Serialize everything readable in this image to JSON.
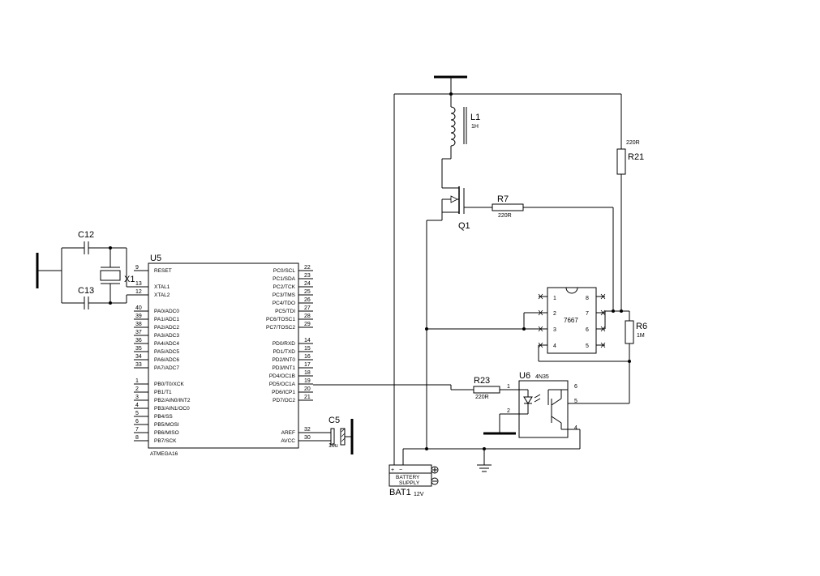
{
  "u5": {
    "ref": "U5",
    "part": "ATMEGA16",
    "left_pins": [
      {
        "num": "9",
        "name": "RESET"
      },
      {
        "num": "13",
        "name": "XTAL1"
      },
      {
        "num": "12",
        "name": "XTAL2"
      },
      {
        "num": "40",
        "name": "PA0/ADC0"
      },
      {
        "num": "39",
        "name": "PA1/ADC1"
      },
      {
        "num": "38",
        "name": "PA2/ADC2"
      },
      {
        "num": "37",
        "name": "PA3/ADC3"
      },
      {
        "num": "36",
        "name": "PA4/ADC4"
      },
      {
        "num": "35",
        "name": "PA5/ADC5"
      },
      {
        "num": "34",
        "name": "PA6/ADC6"
      },
      {
        "num": "33",
        "name": "PA7/ADC7"
      },
      {
        "num": "1",
        "name": "PB0/T0/XCK"
      },
      {
        "num": "2",
        "name": "PB1/T1"
      },
      {
        "num": "3",
        "name": "PB2/AIN0/INT2"
      },
      {
        "num": "4",
        "name": "PB3/AIN1/OC0"
      },
      {
        "num": "5",
        "name": "PB4/SS"
      },
      {
        "num": "6",
        "name": "PB5/MOSI"
      },
      {
        "num": "7",
        "name": "PB6/MISO"
      },
      {
        "num": "8",
        "name": "PB7/SCK"
      }
    ],
    "right_pins": [
      {
        "num": "22",
        "name": "PC0/SCL"
      },
      {
        "num": "23",
        "name": "PC1/SDA"
      },
      {
        "num": "24",
        "name": "PC2/TCK"
      },
      {
        "num": "25",
        "name": "PC3/TMS"
      },
      {
        "num": "26",
        "name": "PC4/TDO"
      },
      {
        "num": "27",
        "name": "PC5/TDI"
      },
      {
        "num": "28",
        "name": "PC6/TOSC1"
      },
      {
        "num": "29",
        "name": "PC7/TOSC2"
      },
      {
        "num": "14",
        "name": "PD0/RXD"
      },
      {
        "num": "15",
        "name": "PD1/TXD"
      },
      {
        "num": "16",
        "name": "PD2/INT0"
      },
      {
        "num": "17",
        "name": "PD3/INT1"
      },
      {
        "num": "18",
        "name": "PD4/OC1B"
      },
      {
        "num": "19",
        "name": "PD5/OC1A"
      },
      {
        "num": "20",
        "name": "PD6/ICP1"
      },
      {
        "num": "21",
        "name": "PD7/OC2"
      },
      {
        "num": "32",
        "name": "AREF"
      },
      {
        "num": "30",
        "name": "AVCC"
      }
    ]
  },
  "components": {
    "c12": "C12",
    "c13": "C13",
    "x1": "X1",
    "c5": "C5",
    "c5_value": "10u",
    "l1": "L1",
    "l1_value": "1H",
    "q1": "Q1",
    "r7": "R7",
    "r7_value": "220R",
    "r21": "R21",
    "r21_value": "220R",
    "r6": "R6",
    "r6_value": "1M",
    "r23": "R23",
    "r23_value": "220R",
    "u6": "U6",
    "u6_part": "4N35",
    "ic7667": "7667",
    "bat1": "BAT1",
    "bat1_value": "12V",
    "bat_text1": "BATTERY",
    "bat_text2": "SUPPLY",
    "bat_plus": "+",
    "bat_minus": "−"
  },
  "ic7667_pins": {
    "p1": "1",
    "p2": "2",
    "p3": "3",
    "p4": "4",
    "p5": "5",
    "p6": "6",
    "p7": "7",
    "p8": "8"
  },
  "u6_pins": {
    "p1": "1",
    "p2": "2",
    "p4": "4",
    "p5": "5",
    "p6": "6"
  }
}
